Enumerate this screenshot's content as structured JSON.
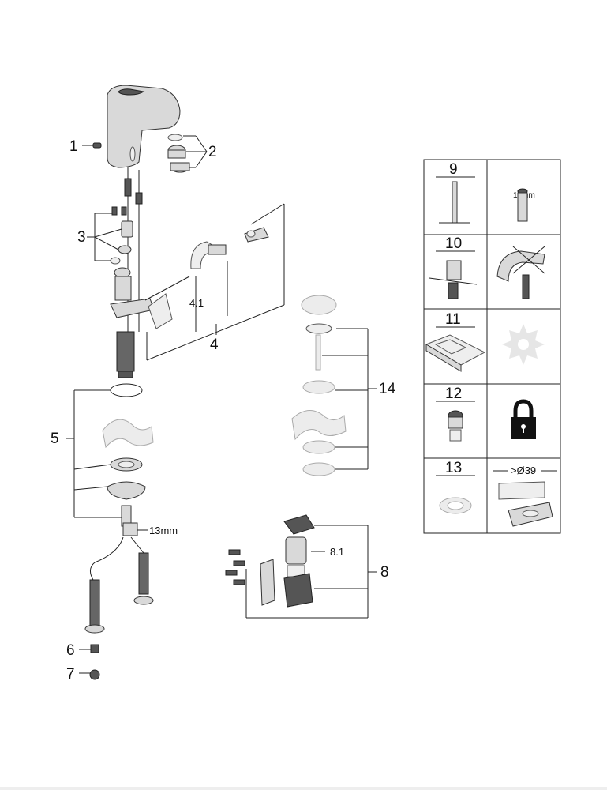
{
  "callouts": {
    "c1": "1",
    "c2": "2",
    "c3": "3",
    "c4": "4",
    "c4_1": "4.1",
    "c5": "5",
    "c6": "6",
    "c7": "7",
    "c8": "8",
    "c8_1": "8.1",
    "c13mm": "13mm",
    "c14": "14"
  },
  "accessory_table": {
    "cells": [
      {
        "number": "9",
        "note": "13mm"
      },
      {
        "number": "10"
      },
      {
        "number": "11"
      },
      {
        "number": "12"
      },
      {
        "number": "13",
        "note": ">Ø39"
      }
    ]
  }
}
